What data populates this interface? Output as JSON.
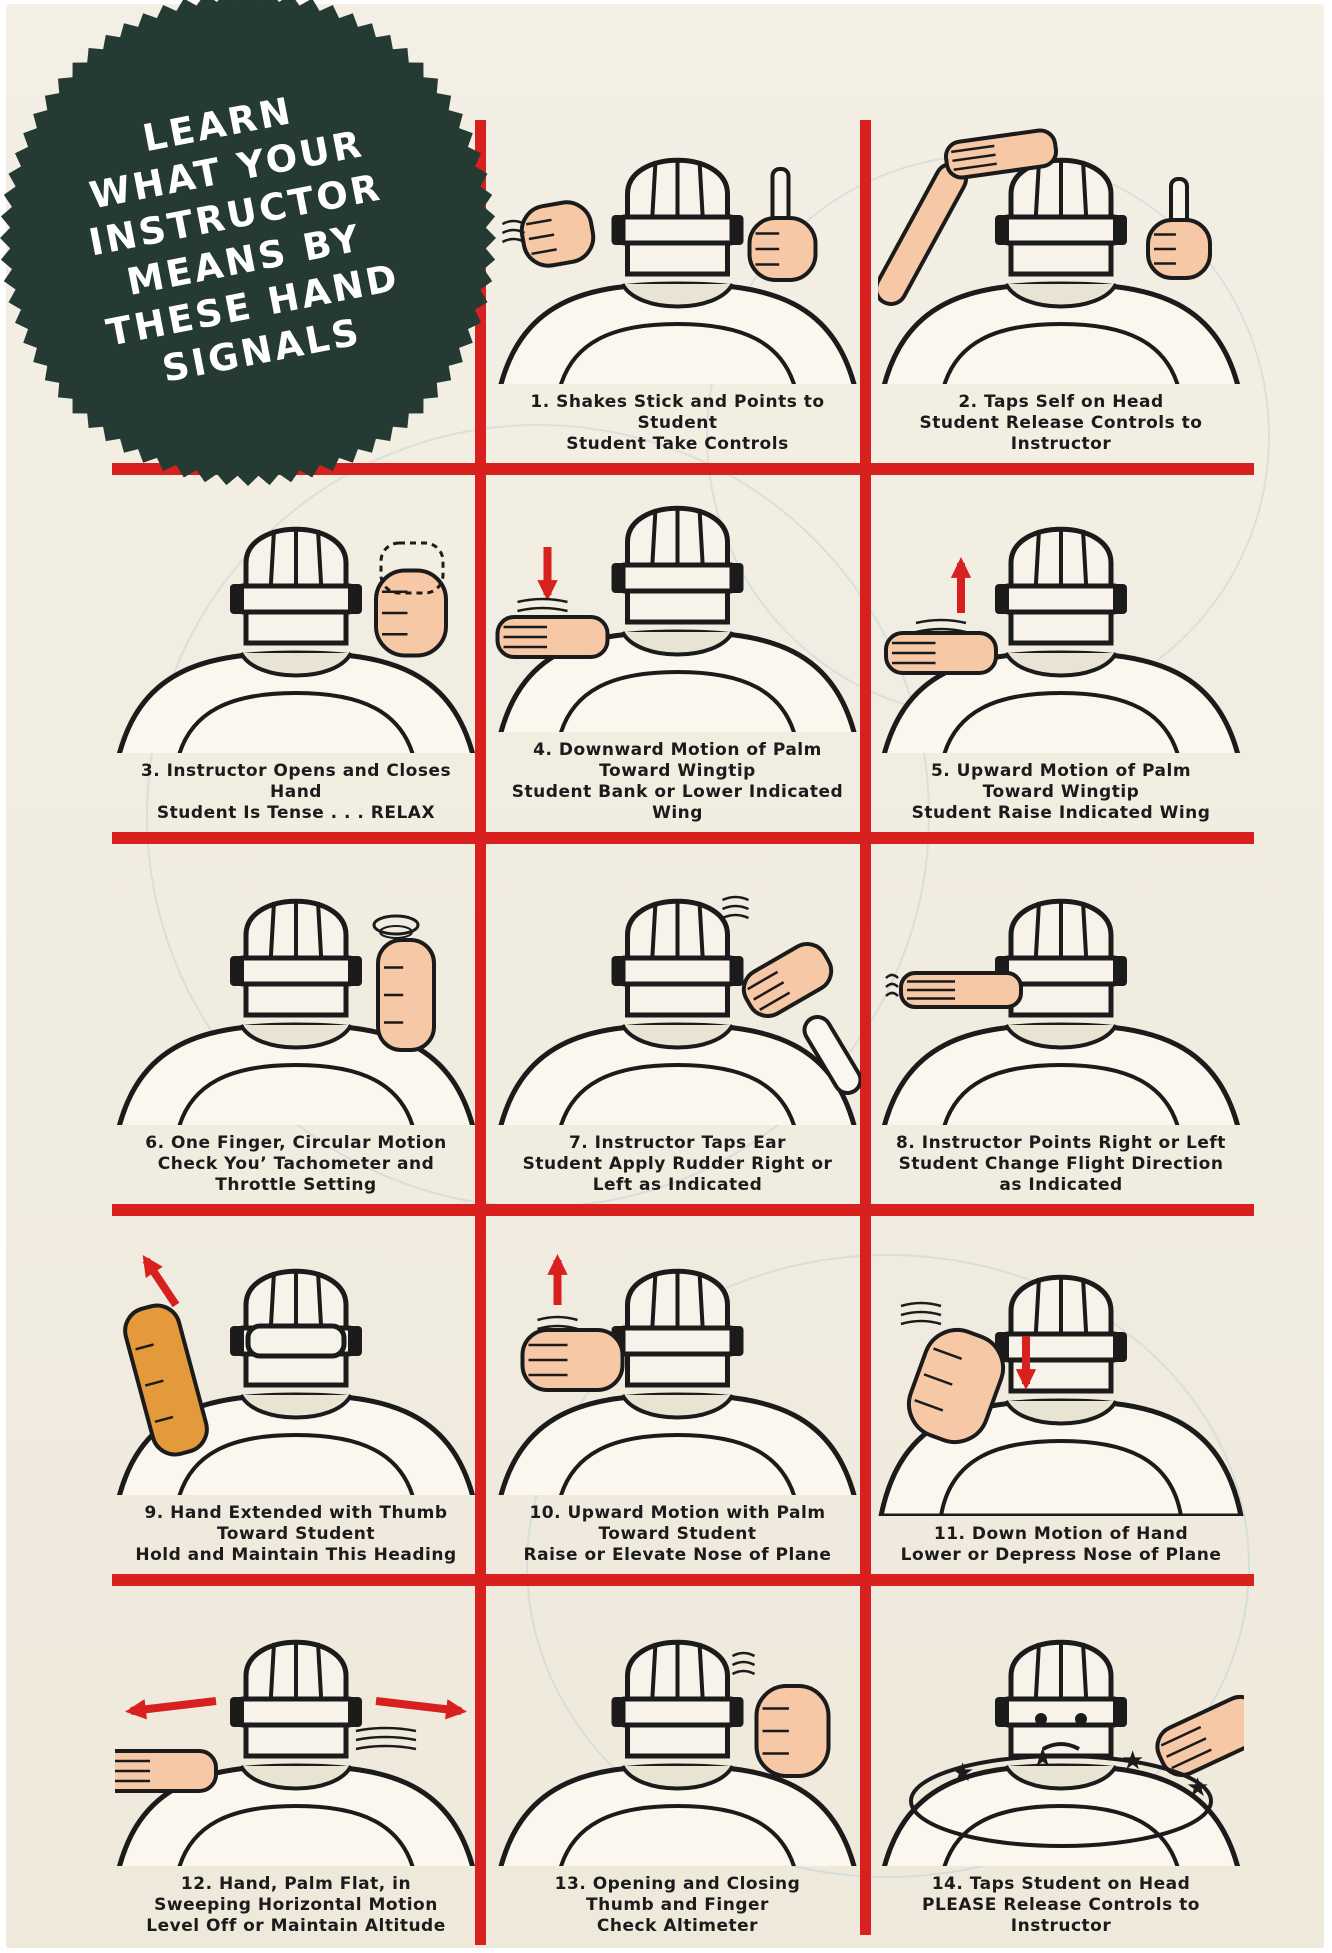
{
  "colors": {
    "paper": "#f1ece0",
    "grid_red": "#d8201e",
    "badge": "#253a33",
    "ink": "#1b1b1b",
    "skin": "#f6c8a6",
    "arrow_red": "#d8201e",
    "glove_orange": "#e49a3a"
  },
  "badge": {
    "lines": [
      "LEARN",
      "WHAT YOUR",
      "INSTRUCTOR",
      "MEANS BY",
      "THESE HAND",
      "SIGNALS"
    ]
  },
  "signals": [
    {
      "number": 1,
      "icon": "stick-shake-point-icon",
      "lines": [
        "1. Shakes Stick and Points to",
        "Student",
        "Student Take Controls"
      ]
    },
    {
      "number": 2,
      "icon": "tap-head-icon",
      "lines": [
        "2. Taps Self on Head",
        "Student Release Controls to",
        "Instructor"
      ]
    },
    {
      "number": 3,
      "icon": "open-close-hand-icon",
      "lines": [
        "3. Instructor Opens and Closes",
        "Hand",
        "Student Is Tense . . . RELAX"
      ]
    },
    {
      "number": 4,
      "icon": "palm-down-arrow-icon",
      "lines": [
        "4. Downward Motion of Palm",
        "Toward Wingtip",
        "Student Bank or Lower Indicated",
        "Wing"
      ]
    },
    {
      "number": 5,
      "icon": "palm-up-arrow-icon",
      "lines": [
        "5. Upward Motion of Palm",
        "Toward Wingtip",
        "Student Raise Indicated Wing"
      ]
    },
    {
      "number": 6,
      "icon": "finger-circle-icon",
      "lines": [
        "6. One Finger, Circular Motion",
        "Check You’ Tachometer and",
        "Throttle Setting"
      ]
    },
    {
      "number": 7,
      "icon": "tap-ear-icon",
      "lines": [
        "7. Instructor Taps Ear",
        "Student Apply Rudder Right or",
        "Left as Indicated"
      ]
    },
    {
      "number": 8,
      "icon": "point-direction-icon",
      "lines": [
        "8. Instructor Points Right or Left",
        "Student Change Flight Direction",
        "as Indicated"
      ]
    },
    {
      "number": 9,
      "icon": "thumb-toward-student-icon",
      "lines": [
        "9. Hand Extended with Thumb",
        "Toward Student",
        "Hold and Maintain This Heading"
      ]
    },
    {
      "number": 10,
      "icon": "palm-up-motion-icon",
      "lines": [
        "10. Upward Motion with Palm",
        "Toward Student",
        "Raise or Elevate Nose of Plane"
      ]
    },
    {
      "number": 11,
      "icon": "hand-down-motion-icon",
      "lines": [
        "11. Down Motion of Hand",
        "Lower or Depress Nose of Plane"
      ]
    },
    {
      "number": 12,
      "icon": "palm-flat-sweep-icon",
      "lines": [
        "12. Hand, Palm Flat, in",
        "Sweeping Horizontal Motion",
        "Level Off or Maintain Altitude"
      ]
    },
    {
      "number": 13,
      "icon": "thumb-finger-snap-icon",
      "lines": [
        "13. Opening and Closing",
        "Thumb and Finger",
        "Check Altimeter"
      ]
    },
    {
      "number": 14,
      "icon": "tap-student-head-icon",
      "lines": [
        "14. Taps Student on Head",
        "PLEASE Release Controls to",
        "Instructor"
      ]
    }
  ]
}
